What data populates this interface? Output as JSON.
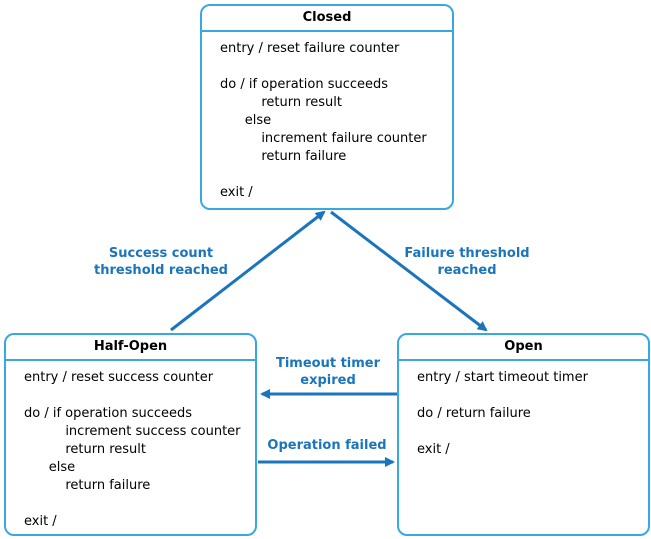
{
  "states": {
    "closed": {
      "title": "Closed",
      "lines": [
        "entry / reset failure counter",
        "",
        "do / if operation succeeds",
        "          return result",
        "      else",
        "          increment failure counter",
        "          return failure",
        "",
        "exit /"
      ]
    },
    "half_open": {
      "title": "Half-Open",
      "lines": [
        "entry / reset success counter",
        "",
        "do / if operation succeeds",
        "          increment success counter",
        "          return result",
        "      else",
        "          return failure",
        "",
        "exit /"
      ]
    },
    "open": {
      "title": "Open",
      "lines": [
        "entry / start timeout timer",
        "",
        "do / return failure",
        "",
        "exit /"
      ]
    }
  },
  "transitions": {
    "success": {
      "line1": "Success count",
      "line2": "threshold reached"
    },
    "failure": {
      "line1": "Failure threshold",
      "line2": "reached"
    },
    "timeout": {
      "line1": "Timeout timer",
      "line2": "expired"
    },
    "op_failed": {
      "line1": "Operation failed"
    }
  },
  "colors": {
    "box_border": "#3aa8e0",
    "arrow": "#1b75bc",
    "label": "#1b75bc"
  }
}
